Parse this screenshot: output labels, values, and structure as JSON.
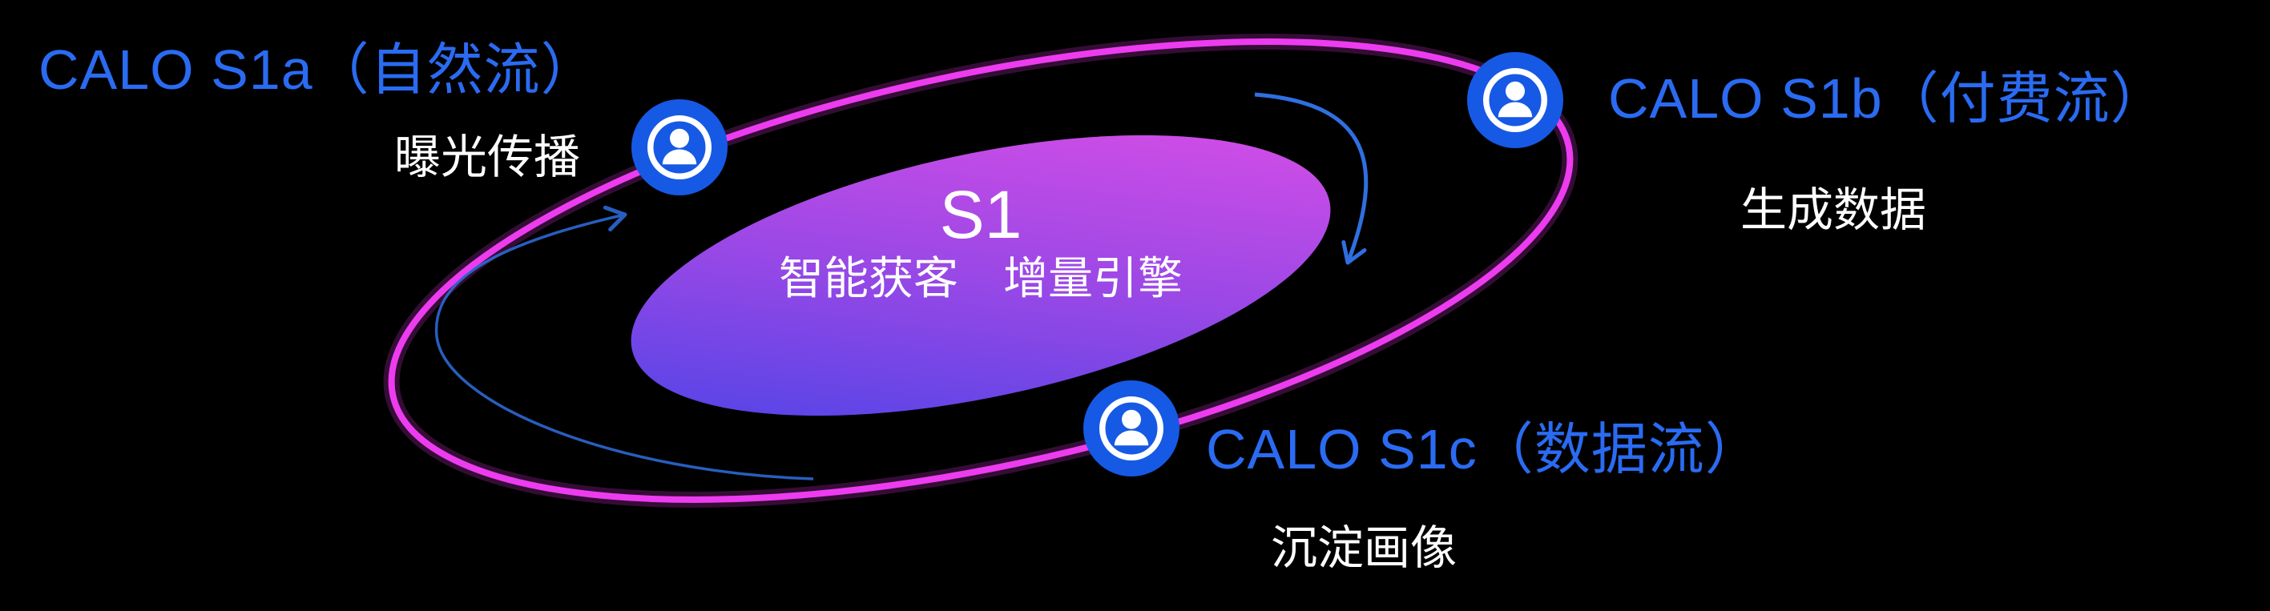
{
  "diagram": {
    "type": "orbit-flywheel",
    "background": "#000000",
    "center": {
      "title": "S1",
      "subtitle": "智能获客　增量引擎"
    },
    "nodes": [
      {
        "id": "s1a",
        "label": "CALO S1a（自然流）",
        "sublabel": "曝光传播",
        "icon": "user-icon"
      },
      {
        "id": "s1b",
        "label": "CALO S1b（付费流）",
        "sublabel": "生成数据",
        "icon": "user-icon"
      },
      {
        "id": "s1c",
        "label": "CALO S1c（数据流）",
        "sublabel": "沉淀画像",
        "icon": "user-icon"
      }
    ],
    "colors": {
      "orbit_ring": "#ED3CF0",
      "node_circle": "#1659E5",
      "label_blue": "#2A6BF2",
      "arrow_blue": "#2F6FE0",
      "center_gradient_start": "#4443E7",
      "center_gradient_end": "#E14EE6",
      "text_white": "#FFFFFF"
    }
  }
}
